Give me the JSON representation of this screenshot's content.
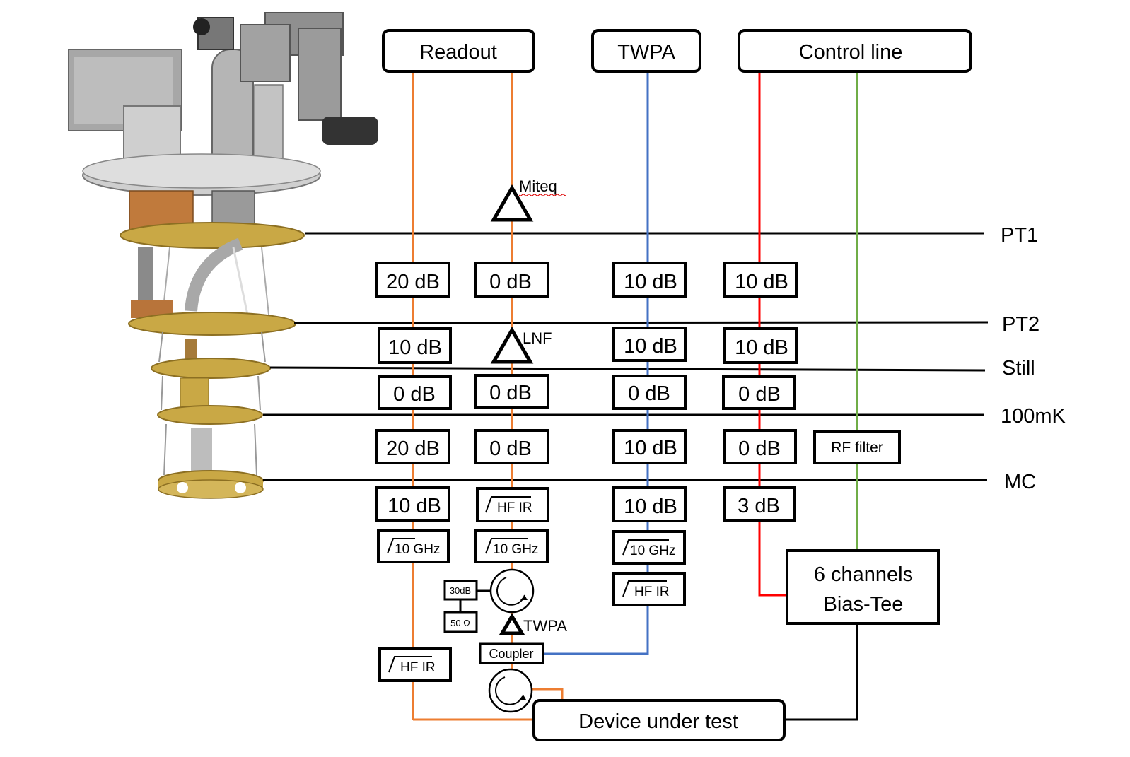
{
  "headers": {
    "readout": "Readout",
    "twpa": "TWPA",
    "control_line": "Control line"
  },
  "stages": {
    "pt1": "PT1",
    "pt2": "PT2",
    "still": "Still",
    "mk100": "100mK",
    "mc": "MC"
  },
  "readout_in": {
    "pt1_pt2": "20 dB",
    "pt2_still": "10 dB",
    "still_100mk": "0 dB",
    "mk100_mc": "20 dB",
    "below_mc": "10 dB",
    "lowpass": "10 GHz",
    "ir_filter": "HF IR"
  },
  "readout_out": {
    "amp_room": "Miteq",
    "pt1_pt2": "0 dB",
    "amp_pt2": "LNF",
    "still_100mk": "0 dB",
    "mk100_mc": "0 dB",
    "ir_filter": "HF IR",
    "lowpass": "10 GHz",
    "attenuator": "30dB",
    "termination": "50 Ω",
    "twpa_amp": "TWPA",
    "coupler": "Coupler"
  },
  "twpa_line": {
    "pt1_pt2": "10 dB",
    "pt2_still": "10 dB",
    "still_100mk": "0 dB",
    "mk100_mc": "10 dB",
    "below_mc": "10 dB",
    "lowpass": "10 GHz",
    "ir_filter": "HF IR"
  },
  "control": {
    "pt1_pt2": "10 dB",
    "pt2_still": "10 dB",
    "still_100mk": "0 dB",
    "mk100_mc": "0 dB",
    "below_mc": "3 dB",
    "rf_filter": "RF filter",
    "bias_tee_line1": "6 channels",
    "bias_tee_line2": "Bias-Tee"
  },
  "device": "Device under test",
  "colors": {
    "readout": "#ED7D31",
    "twpa": "#4472C4",
    "control_rf": "#FF0000",
    "control_dc": "#70AD47",
    "gold": "#C9A845",
    "copper": "#B8743A",
    "steel": "#9A9A9A"
  }
}
